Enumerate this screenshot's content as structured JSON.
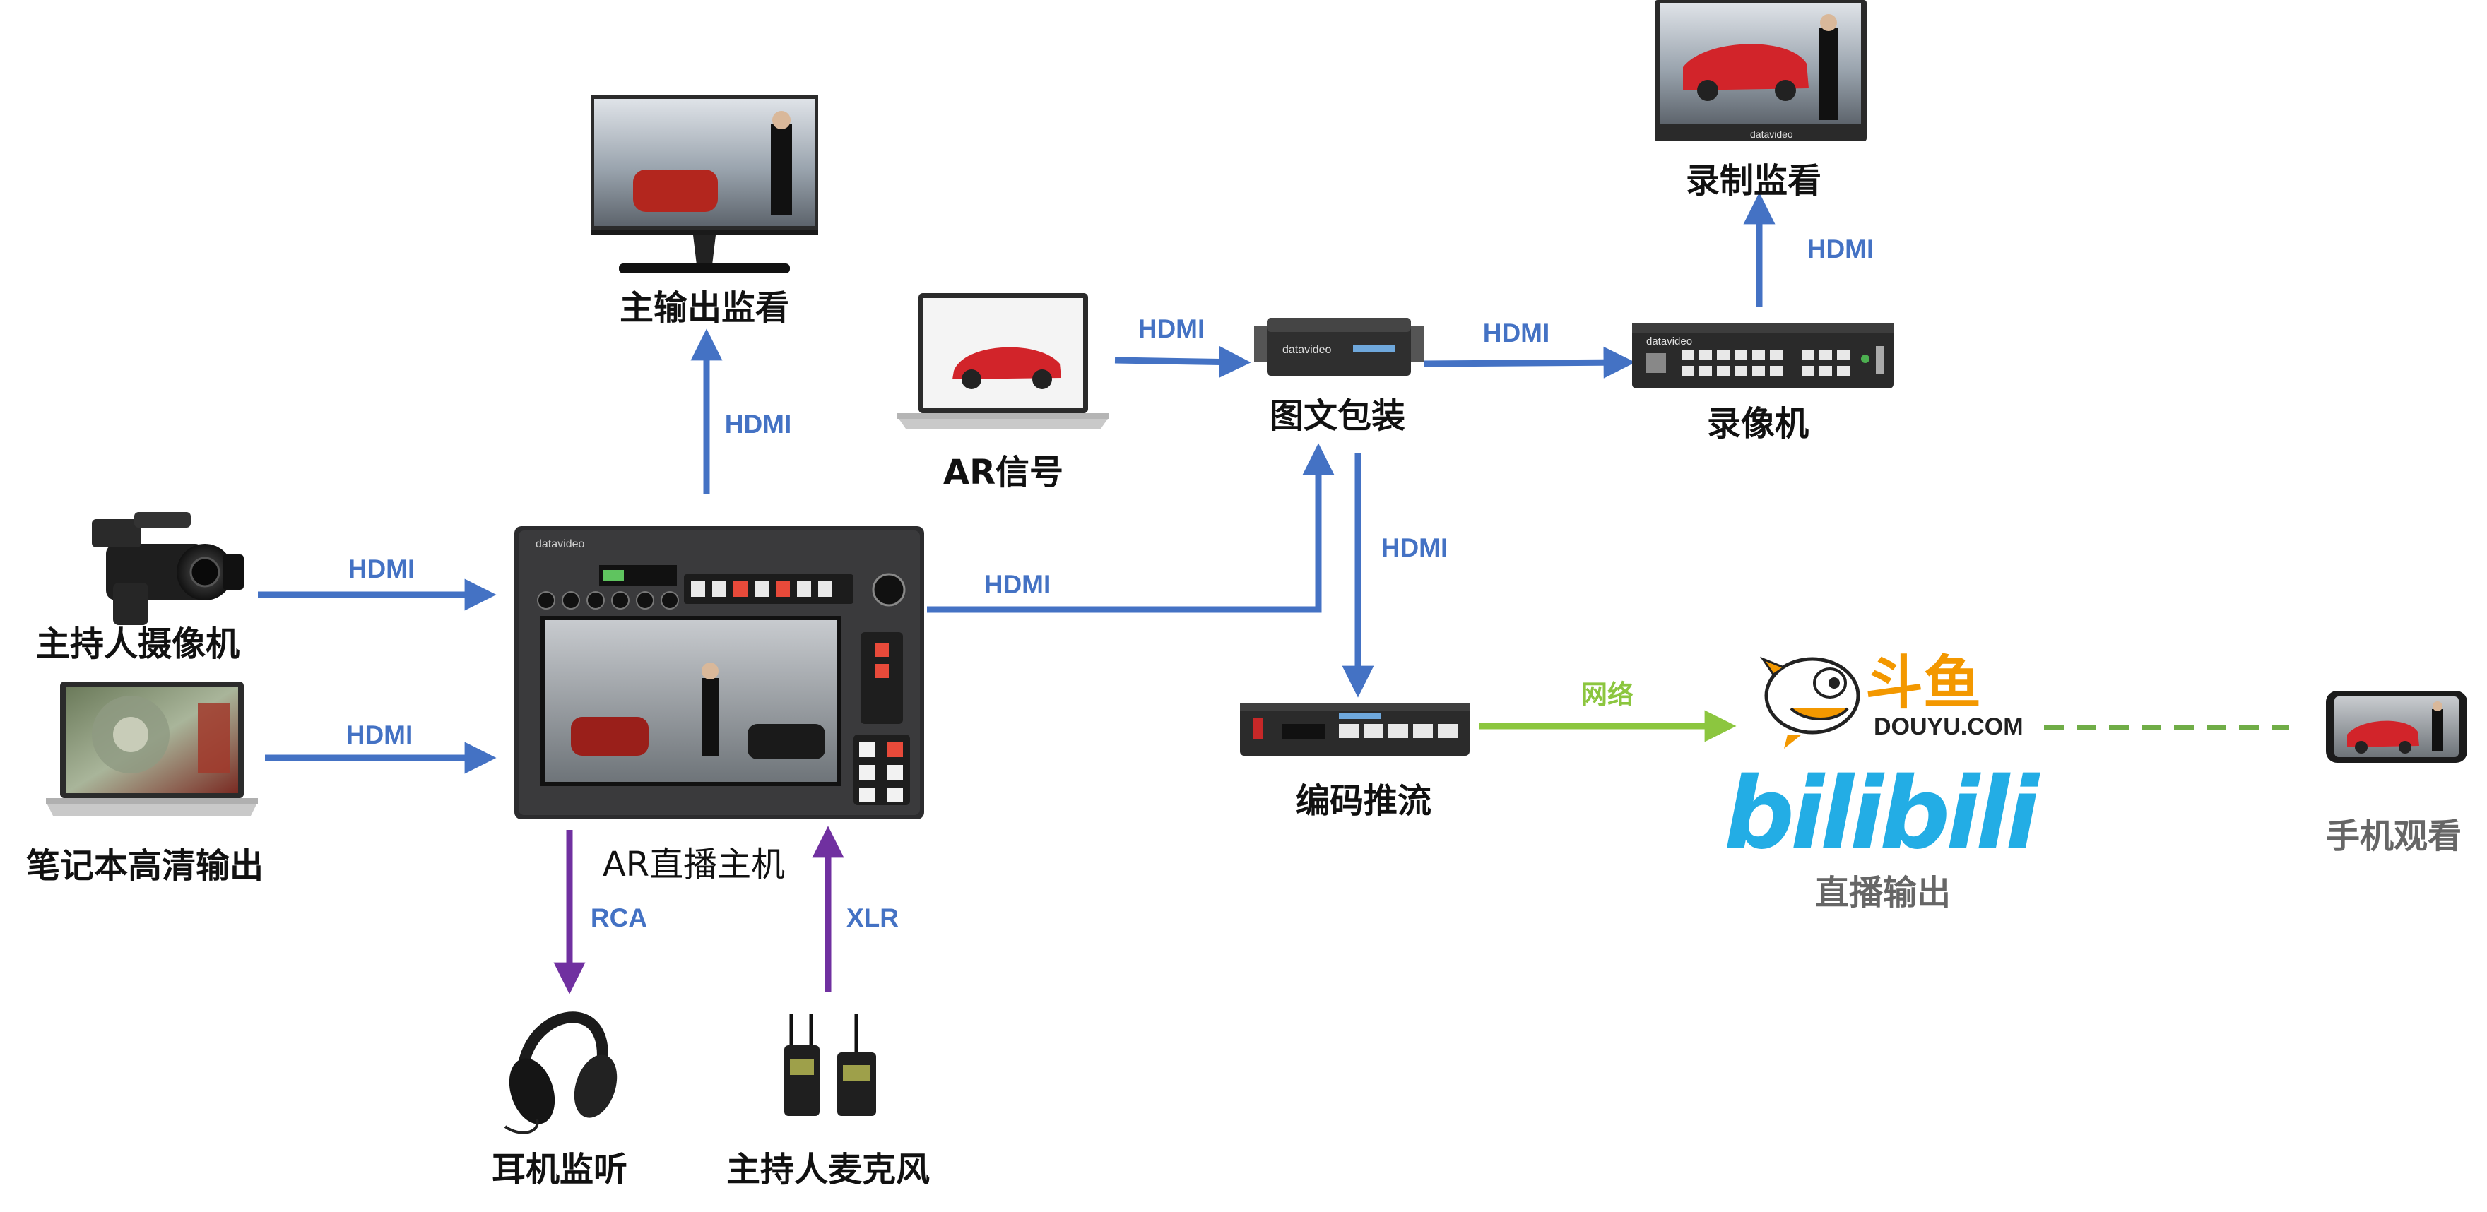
{
  "colors": {
    "hdmi_blue": "#4472c4",
    "audio_purple": "#7030a0",
    "network_green": "#8cc63f",
    "dashed_green": "#70ad47",
    "label_black": "#111111",
    "output_gray": "#666666",
    "douyu_orange": "#f39800",
    "bilibili_blue": "#23ade5"
  },
  "nodes": {
    "host_camera": "主持人摄像机",
    "laptop_hd_out": "笔记本高清输出",
    "ar_live_host": "AR直播主机",
    "main_output_monitor": "主输出监看",
    "headphone_monitor": "耳机监听",
    "host_microphone": "主持人麦克风",
    "ar_signal": "AR信号",
    "graphics_package": "图文包装",
    "recorder": "录像机",
    "record_monitor": "录制监看",
    "encoder_stream": "编码推流",
    "live_output": "直播输出",
    "phone_view": "手机观看"
  },
  "connections": {
    "camera_to_host": "HDMI",
    "laptop_to_host": "HDMI",
    "host_to_monitor": "HDMI",
    "host_to_graphics": "HDMI",
    "ar_to_graphics": "HDMI",
    "graphics_to_recorder": "HDMI",
    "recorder_to_monitor": "HDMI",
    "graphics_to_encoder": "HDMI",
    "host_to_headphone": "RCA",
    "mic_to_host": "XLR",
    "encoder_to_live": "网络"
  },
  "brands": {
    "douyu_cn": "斗鱼",
    "douyu_en": "DOUYU.COM",
    "bilibili": "bilibili",
    "device_brand": "datavideo"
  },
  "icons": {
    "camera": "camcorder-icon",
    "laptop": "laptop-icon",
    "switcher": "video-switcher-icon",
    "monitor": "monitor-icon",
    "headphones": "headphones-icon",
    "microphone": "wireless-microphone-icon",
    "box": "converter-box-icon",
    "recorder": "recorder-icon",
    "encoder": "encoder-icon",
    "phone": "smartphone-icon"
  }
}
